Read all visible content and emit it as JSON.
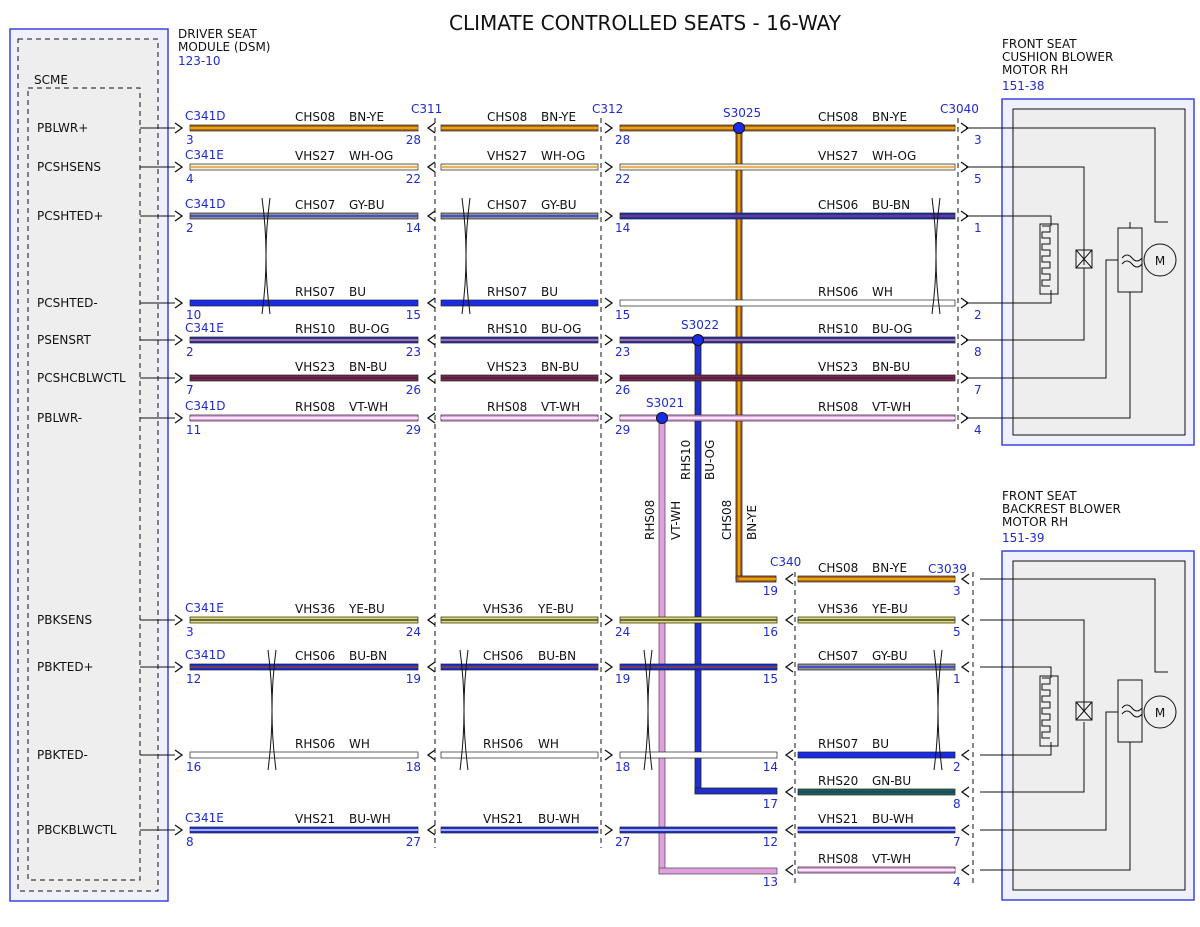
{
  "title": "CLIMATE CONTROLLED SEATS - 16-WAY",
  "dsm": {
    "label_line1": "DRIVER SEAT",
    "label_line2": "MODULE (DSM)",
    "ref": "123-10",
    "sub_module": "SCME",
    "pins": [
      "PBLWR+",
      "PCSHSENS",
      "PCSHTED+",
      "PCSHTED-",
      "PSENSRT",
      "PCSHCBLWCTL",
      "PBLWR-",
      "PBKSENS",
      "PBKTED+",
      "PBKTED-",
      "PBCKBLWCTL"
    ]
  },
  "cushion_motor": {
    "line1": "FRONT SEAT",
    "line2": "CUSHION BLOWER",
    "line3": "MOTOR RH",
    "ref": "151-38",
    "motor_symbol": "M"
  },
  "backrest_motor": {
    "line1": "FRONT SEAT",
    "line2": "BACKREST BLOWER",
    "line3": "MOTOR RH",
    "ref": "151-39",
    "motor_symbol": "M"
  },
  "connectors": {
    "c311": "C311",
    "c312": "C312",
    "c3040": "C3040",
    "c340": "C340",
    "c3039": "C3039"
  },
  "splices": {
    "s3025": "S3025",
    "s3022": "S3022",
    "s3021": "S3021"
  },
  "wires": [
    {
      "id": "w1",
      "conn": "C341D",
      "pins": [
        "3",
        "28",
        "28",
        "3"
      ],
      "seg1": {
        "circuit": "CHS08",
        "color": "BN-YE"
      },
      "seg2": {
        "circuit": "CHS08",
        "color": "BN-YE"
      },
      "seg3": {
        "circuit": "CHS08",
        "color": "BN-YE"
      }
    },
    {
      "id": "w2",
      "conn": "C341E",
      "pins": [
        "4",
        "22",
        "22",
        "5"
      ],
      "seg1": {
        "circuit": "VHS27",
        "color": "WH-OG"
      },
      "seg2": {
        "circuit": "VHS27",
        "color": "WH-OG"
      },
      "seg3": {
        "circuit": "VHS27",
        "color": "WH-OG"
      }
    },
    {
      "id": "w3",
      "conn": "C341D",
      "pins": [
        "2",
        "14",
        "14",
        "1"
      ],
      "seg1": {
        "circuit": "CHS07",
        "color": "GY-BU"
      },
      "seg2": {
        "circuit": "CHS07",
        "color": "GY-BU"
      },
      "seg3": {
        "circuit": "CHS06",
        "color": "BU-BN"
      }
    },
    {
      "id": "w4",
      "conn": "",
      "pins": [
        "10",
        "15",
        "15",
        "2"
      ],
      "seg1": {
        "circuit": "RHS07",
        "color": "BU"
      },
      "seg2": {
        "circuit": "RHS07",
        "color": "BU"
      },
      "seg3": {
        "circuit": "RHS06",
        "color": "WH"
      }
    },
    {
      "id": "w5",
      "conn": "C341E",
      "pins": [
        "2",
        "23",
        "23",
        "8"
      ],
      "seg1": {
        "circuit": "RHS10",
        "color": "BU-OG"
      },
      "seg2": {
        "circuit": "RHS10",
        "color": "BU-OG"
      },
      "seg3": {
        "circuit": "RHS10",
        "color": "BU-OG"
      }
    },
    {
      "id": "w6",
      "conn": "",
      "pins": [
        "7",
        "26",
        "26",
        "7"
      ],
      "seg1": {
        "circuit": "VHS23",
        "color": "BN-BU"
      },
      "seg2": {
        "circuit": "VHS23",
        "color": "BN-BU"
      },
      "seg3": {
        "circuit": "VHS23",
        "color": "BN-BU"
      }
    },
    {
      "id": "w7",
      "conn": "C341D",
      "pins": [
        "11",
        "29",
        "29",
        "4"
      ],
      "seg1": {
        "circuit": "RHS08",
        "color": "VT-WH"
      },
      "seg2": {
        "circuit": "RHS08",
        "color": "VT-WH"
      },
      "seg3": {
        "circuit": "RHS08",
        "color": "VT-WH"
      }
    }
  ],
  "back_wires": [
    {
      "id": "b1",
      "conn": "C341E",
      "pins": [
        "3",
        "24",
        "24",
        "16",
        "5"
      ],
      "seg1": {
        "circuit": "VHS36",
        "color": "YE-BU"
      },
      "seg2": {
        "circuit": "VHS36",
        "color": "YE-BU"
      },
      "seg4": {
        "circuit": "VHS36",
        "color": "YE-BU"
      }
    },
    {
      "id": "b2",
      "conn": "C341D",
      "pins": [
        "12",
        "19",
        "19",
        "15",
        "1"
      ],
      "seg1": {
        "circuit": "CHS06",
        "color": "BU-BN"
      },
      "seg2": {
        "circuit": "CHS06",
        "color": "BU-BN"
      },
      "seg4": {
        "circuit": "CHS07",
        "color": "GY-BU"
      }
    },
    {
      "id": "b3",
      "conn": "",
      "pins": [
        "16",
        "18",
        "18",
        "14",
        "2"
      ],
      "seg1": {
        "circuit": "RHS06",
        "color": "WH"
      },
      "seg2": {
        "circuit": "RHS06",
        "color": "WH"
      },
      "seg4": {
        "circuit": "RHS07",
        "color": "BU"
      }
    },
    {
      "id": "b4",
      "conn": "C341E",
      "pins": [
        "8",
        "27",
        "27",
        "12",
        "7"
      ],
      "seg1": {
        "circuit": "VHS21",
        "color": "BU-WH"
      },
      "seg2": {
        "circuit": "VHS21",
        "color": "BU-WH"
      },
      "seg4": {
        "circuit": "VHS21",
        "color": "BU-WH"
      }
    }
  ],
  "c340_wires": [
    {
      "id": "c1",
      "pins": [
        "19",
        "3"
      ],
      "circuit": "CHS08",
      "color": "BN-YE"
    },
    {
      "id": "c2",
      "pins": [
        "17",
        "8"
      ],
      "circuit": "RHS20",
      "color": "GN-BU"
    },
    {
      "id": "c3",
      "pins": [
        "13",
        "4"
      ],
      "circuit": "RHS08",
      "color": "VT-WH"
    }
  ],
  "vertical_labels": {
    "rhs08": "RHS08",
    "rhs08_color": "VT-WH",
    "rhs10": "RHS10",
    "rhs10_color": "BU-OG",
    "chs08": "CHS08",
    "chs08_color": "BN-YE"
  },
  "wire_colors": {
    "BN-YE": [
      "#b5651d",
      "#f0c000"
    ],
    "WH-OG": [
      "#f5f0e0",
      "#e8a030"
    ],
    "GY-BU": [
      "#909090",
      "#2a3be0"
    ],
    "BU-BN": [
      "#1d2bd8",
      "#8a4a20"
    ],
    "BU": [
      "#1a2be8",
      "#1a2be8"
    ],
    "WH": [
      "#ffffff",
      "#ffffff"
    ],
    "BU-OG": [
      "#2030d0",
      "#e08a30"
    ],
    "BN-BU": [
      "#7a2a40",
      "#4a1a60"
    ],
    "VT-WH": [
      "#e0a0e0",
      "#ffffff"
    ],
    "YE-BU": [
      "#e8e040",
      "#303890"
    ],
    "BU-WH": [
      "#2030d8",
      "#d0d8ff"
    ],
    "GN-BU": [
      "#1a6a40",
      "#2030a0"
    ]
  }
}
